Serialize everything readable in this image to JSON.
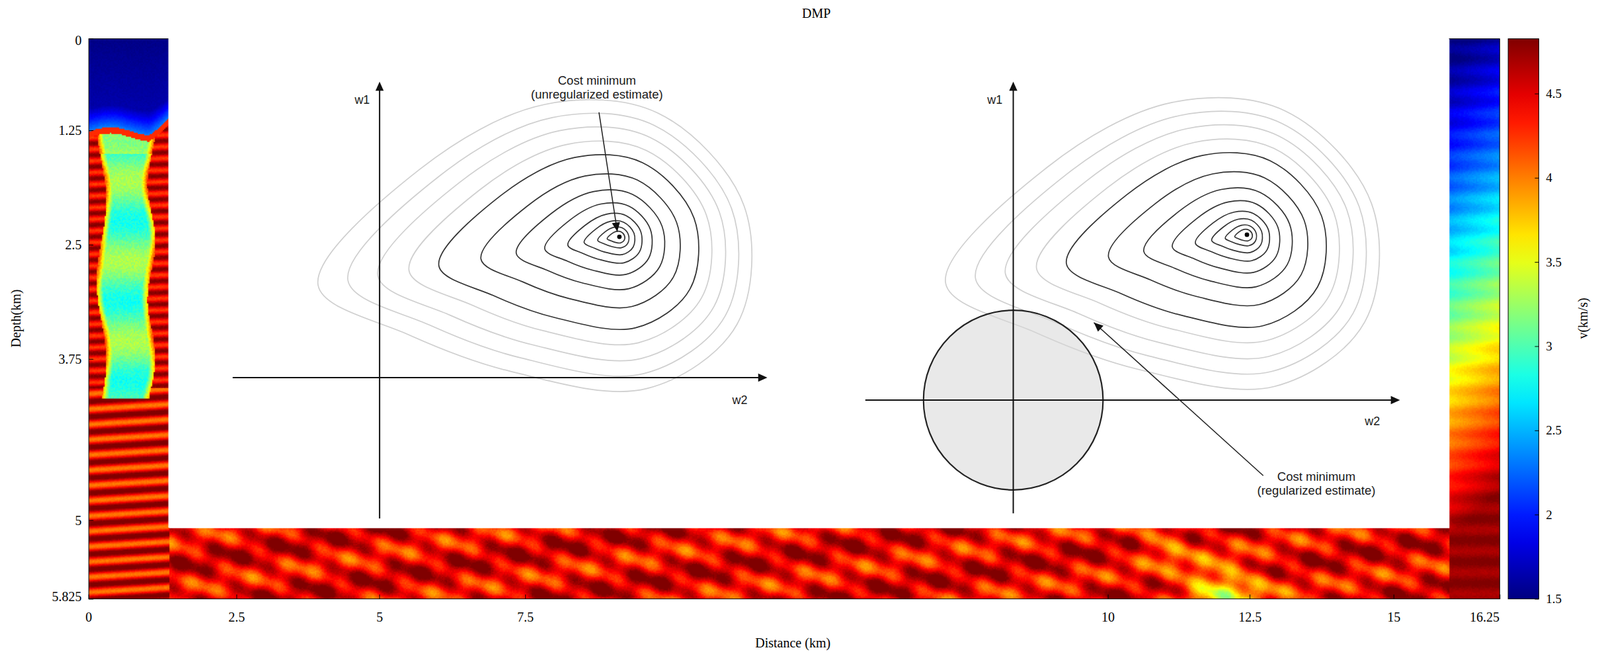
{
  "diagram": {
    "title": "DMP",
    "labels": [
      "0",
      "1.25",
      "2.5",
      "3.75",
      "5",
      "5.825",
      "Depth(km)",
      "0",
      "2.5",
      "5",
      "7.5",
      "10",
      "12.5",
      "15",
      "16.25",
      "Distance (km)",
      "4.5",
      "4",
      "3.5",
      "3",
      "2.5",
      "2",
      "1.5",
      "v(km/s)",
      "w1",
      "w2",
      "Cost minimum (unregularized estimate)",
      "w1",
      "w2",
      "Cost minimum (regularized estimate)"
    ]
  }
}
